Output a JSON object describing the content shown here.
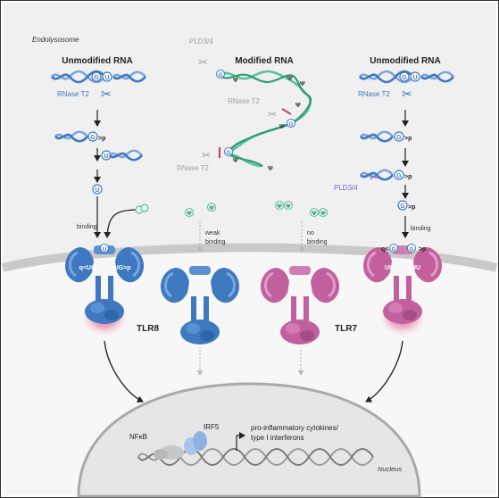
{
  "compartments": {
    "endolysosome": "Endolysosome",
    "nucleus": "Nucleus"
  },
  "headers": {
    "left": "Unmodified RNA",
    "middle": "Modified RNA",
    "right": "Unmodified RNA"
  },
  "enzymes": {
    "rnase_left": "RNase T2",
    "rnase_right": "RNase T2",
    "rnase_mid_top": "RNase T2",
    "rnase_mid_bottom": "RNase T2",
    "pld_mid": "PLD3/4",
    "pld_right": "PLD3/4"
  },
  "nucleotides": {
    "g": "G",
    "u": "U",
    "psi": "Ψ",
    "gp": ">p"
  },
  "receptors": {
    "tlr8": "TLR8",
    "tlr7": "TLR7"
  },
  "binding": {
    "left": "binding",
    "right": "binding",
    "weak_line1": "weak",
    "weak_line2": "binding",
    "no_line1": "no",
    "no_line2": "binding"
  },
  "pocket_labels": {
    "tlr8_top": "U",
    "tlr8_left": "q<UG",
    "tlr8_right": "UG>p",
    "tlr7_top_left": "q<",
    "tlr7_top_g": "G",
    "tlr7_top_right": "G",
    "tlr7_top_p": ">p",
    "tlr7_bottom_left": "UU",
    "tlr7_bottom_right": "UU"
  },
  "factors": {
    "nfkb": "NFκB",
    "irf5": "IRF5"
  },
  "output": {
    "line1": "pro-inflammatory cytokines/",
    "line2": "type I interferons"
  },
  "colors": {
    "blue": "#3e79bf",
    "blue_light": "#7aa6de",
    "pink": "#c2609e",
    "pink_light": "#df9ccb",
    "green": "#5cc29b",
    "grey_text": "#a0a0a0",
    "glow": "#e0457a"
  }
}
